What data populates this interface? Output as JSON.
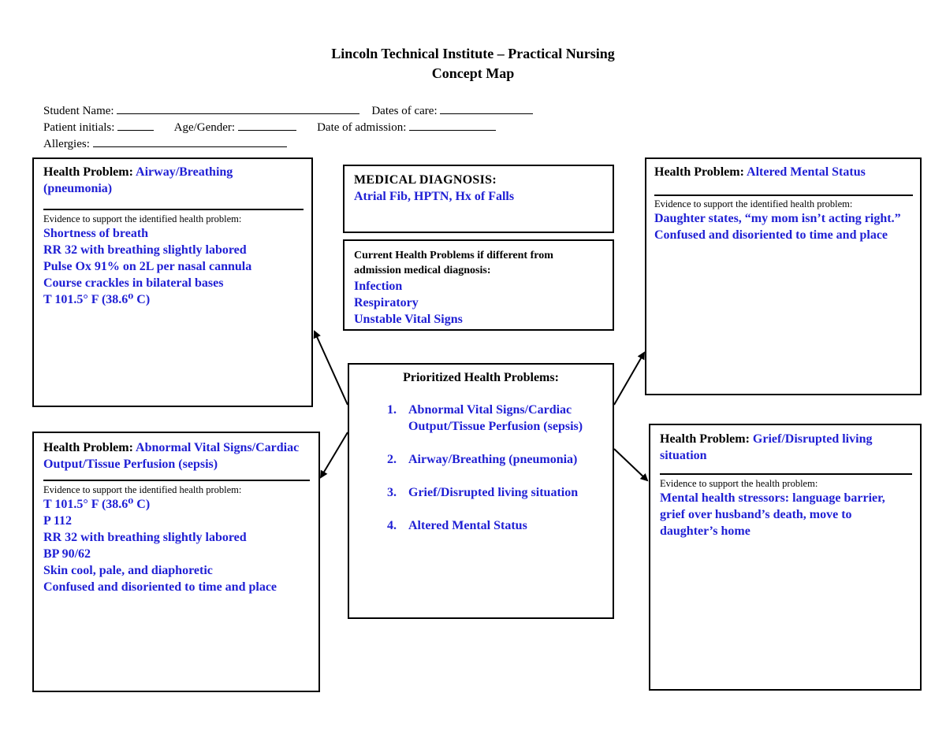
{
  "header": {
    "title_line1": "Lincoln Technical Institute – Practical Nursing",
    "title_line2": "Concept Map"
  },
  "form": {
    "student_name_label": "Student Name:",
    "dates_of_care_label": "Dates of care:",
    "patient_initials_label": "Patient initials:",
    "age_gender_label": "Age/Gender:",
    "date_of_admission_label": "Date of admission:",
    "allergies_label": "Allergies:"
  },
  "hp_airway": {
    "label": "Health Problem:",
    "value": "Airway/Breathing (pneumonia)",
    "evidence_label": "Evidence to support the identified health problem:",
    "items": [
      "Shortness of breath",
      "RR 32 with breathing slightly labored",
      "Pulse Ox 91% on 2L per nasal cannula",
      "Course crackles in bilateral bases",
      "T 101.5° F (38.6⁰ C)"
    ]
  },
  "hp_vitals": {
    "label": "Health Problem:",
    "value": "Abnormal Vital Signs/Cardiac Output/Tissue Perfusion (sepsis)",
    "evidence_label": "Evidence to support the identified health problem:",
    "items": [
      "T 101.5° F (38.6⁰ C)",
      "P 112",
      "RR 32 with breathing slightly labored",
      "BP 90/62",
      "Skin cool, pale, and diaphoretic",
      "Confused and disoriented to time and place"
    ]
  },
  "hp_mental": {
    "label": "Health Problem:",
    "value": "Altered Mental Status",
    "evidence_label": "Evidence to support the identified health problem:",
    "items": [
      "Daughter states, “my mom isn’t acting right.”",
      "Confused and disoriented to time and place"
    ]
  },
  "hp_grief": {
    "label": "Health Problem:",
    "value": "Grief/Disrupted living situation",
    "evidence_label": "Evidence to support the health problem:",
    "items": [
      "Mental health stressors: language barrier, grief over husband’s death, move to daughter’s home"
    ]
  },
  "medical_diagnosis": {
    "label": "MEDICAL DIAGNOSIS:",
    "value": "Atrial Fib, HPTN, Hx of Falls"
  },
  "current_problems": {
    "label": "Current Health Problems if different from admission medical diagnosis:",
    "items": [
      "Infection",
      "Respiratory",
      "Unstable Vital Signs"
    ]
  },
  "prioritized": {
    "label": "Prioritized Health Problems:",
    "items": [
      {
        "num": "1.",
        "text": "Abnormal Vital Signs/Cardiac Output/Tissue Perfusion (sepsis)"
      },
      {
        "num": "2.",
        "text": "Airway/Breathing (pneumonia)"
      },
      {
        "num": "3.",
        "text": "Grief/Disrupted living situation"
      },
      {
        "num": "4.",
        "text": "Altered Mental Status"
      }
    ]
  },
  "colors": {
    "entry_text": "#1f1fd4",
    "border": "#000000"
  }
}
